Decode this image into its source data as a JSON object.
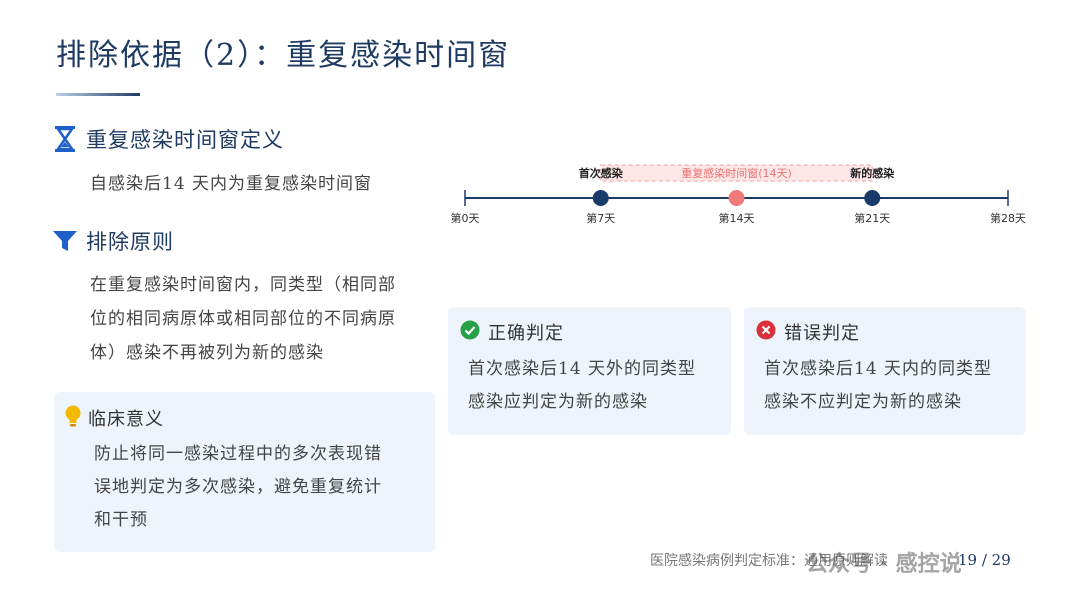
{
  "header": {
    "title": "排除依据（2）：重复感染时间窗"
  },
  "definition": {
    "heading": "重复感染时间窗定义",
    "text": "自感染后14 天内为重复感染时间窗",
    "icon": "hourglass-icon"
  },
  "principle": {
    "heading": "排除原则",
    "lines": [
      "在重复感染时间窗内，同类型（相同部",
      "位的相同病原体或相同部位的不同病原",
      "体）感染不再被列为新的感染"
    ],
    "icon": "filter-icon"
  },
  "clinical": {
    "heading": "临床意义",
    "lines": [
      "防止将同一感染过程中的多次表现错",
      "误地判定为多次感染，避免重复统计",
      "和干预"
    ],
    "icon": "lightbulb-icon"
  },
  "timeline": {
    "window_label": "重复感染时间窗(14天)",
    "ticks": [
      {
        "day": 0,
        "label": "第0天"
      },
      {
        "day": 7,
        "label": "第7天"
      },
      {
        "day": 14,
        "label": "第14天"
      },
      {
        "day": 21,
        "label": "第21天"
      },
      {
        "day": 28,
        "label": "第28天"
      }
    ],
    "events": [
      {
        "day": 7,
        "label": "首次感染",
        "color": "#1a3a6a"
      },
      {
        "day": 14,
        "label": "",
        "color": "#f07a7a"
      },
      {
        "day": 21,
        "label": "新的感染",
        "color": "#1a3a6a"
      }
    ],
    "window": {
      "start": 7,
      "end": 21
    }
  },
  "correct": {
    "heading": "正确判定",
    "lines": [
      "首次感染后14 天外的同类型",
      "感染应判定为新的感染"
    ],
    "icon": "check-circle-icon",
    "color": "#27a148"
  },
  "wrong": {
    "heading": "错误判定",
    "lines": [
      "首次感染后14 天内的同类型",
      "感染不应判定为新的感染"
    ],
    "icon": "x-circle-icon",
    "color": "#d9303a"
  },
  "footer": {
    "text": "医院感染病例判定标准：通用原则解读",
    "page": "19 / 29",
    "watermark": "公众号 · 感控说"
  },
  "colors": {
    "primary": "#1f3b63",
    "card_bg": "#eef4fc"
  }
}
